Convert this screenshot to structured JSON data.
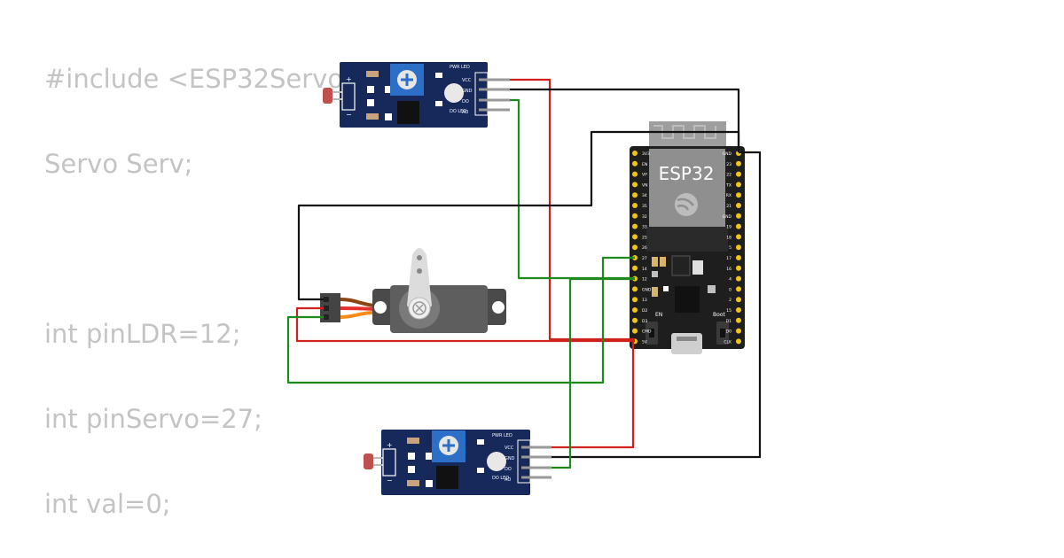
{
  "code_lines": [
    "#include <ESP32Servo.h>",
    "Servo Serv;",
    "int pinLDR=12;",
    "int pinServo=27;",
    "int val=0;"
  ],
  "esp32": {
    "label": "ESP32",
    "en_label": "EN",
    "boot_label": "Boot",
    "left_pins": [
      "3V3",
      "EN",
      "VP",
      "VN",
      "34",
      "35",
      "32",
      "33",
      "25",
      "26",
      "27",
      "14",
      "12",
      "GND",
      "13",
      "D2",
      "D3",
      "CMD",
      "5V"
    ],
    "right_pins": [
      "GND",
      "23",
      "22",
      "TX",
      "RX",
      "21",
      "GND",
      "19",
      "18",
      "5",
      "17",
      "16",
      "4",
      "0",
      "2",
      "15",
      "D1",
      "D0",
      "CLK"
    ]
  },
  "ldr_module": {
    "pin_labels": [
      "VCC",
      "GND",
      "DO",
      "AO"
    ],
    "pwr_led_label": "PWR LED",
    "do_led_label": "DO LED"
  },
  "colors": {
    "wire_red": "#d0201c",
    "wire_black": "#111111",
    "wire_green": "#1e8a1e",
    "board_black": "#1e1e1e",
    "module_blue": "#17285a",
    "pin_gold": "#f0c419",
    "code_gray": "#c4c4c4"
  }
}
